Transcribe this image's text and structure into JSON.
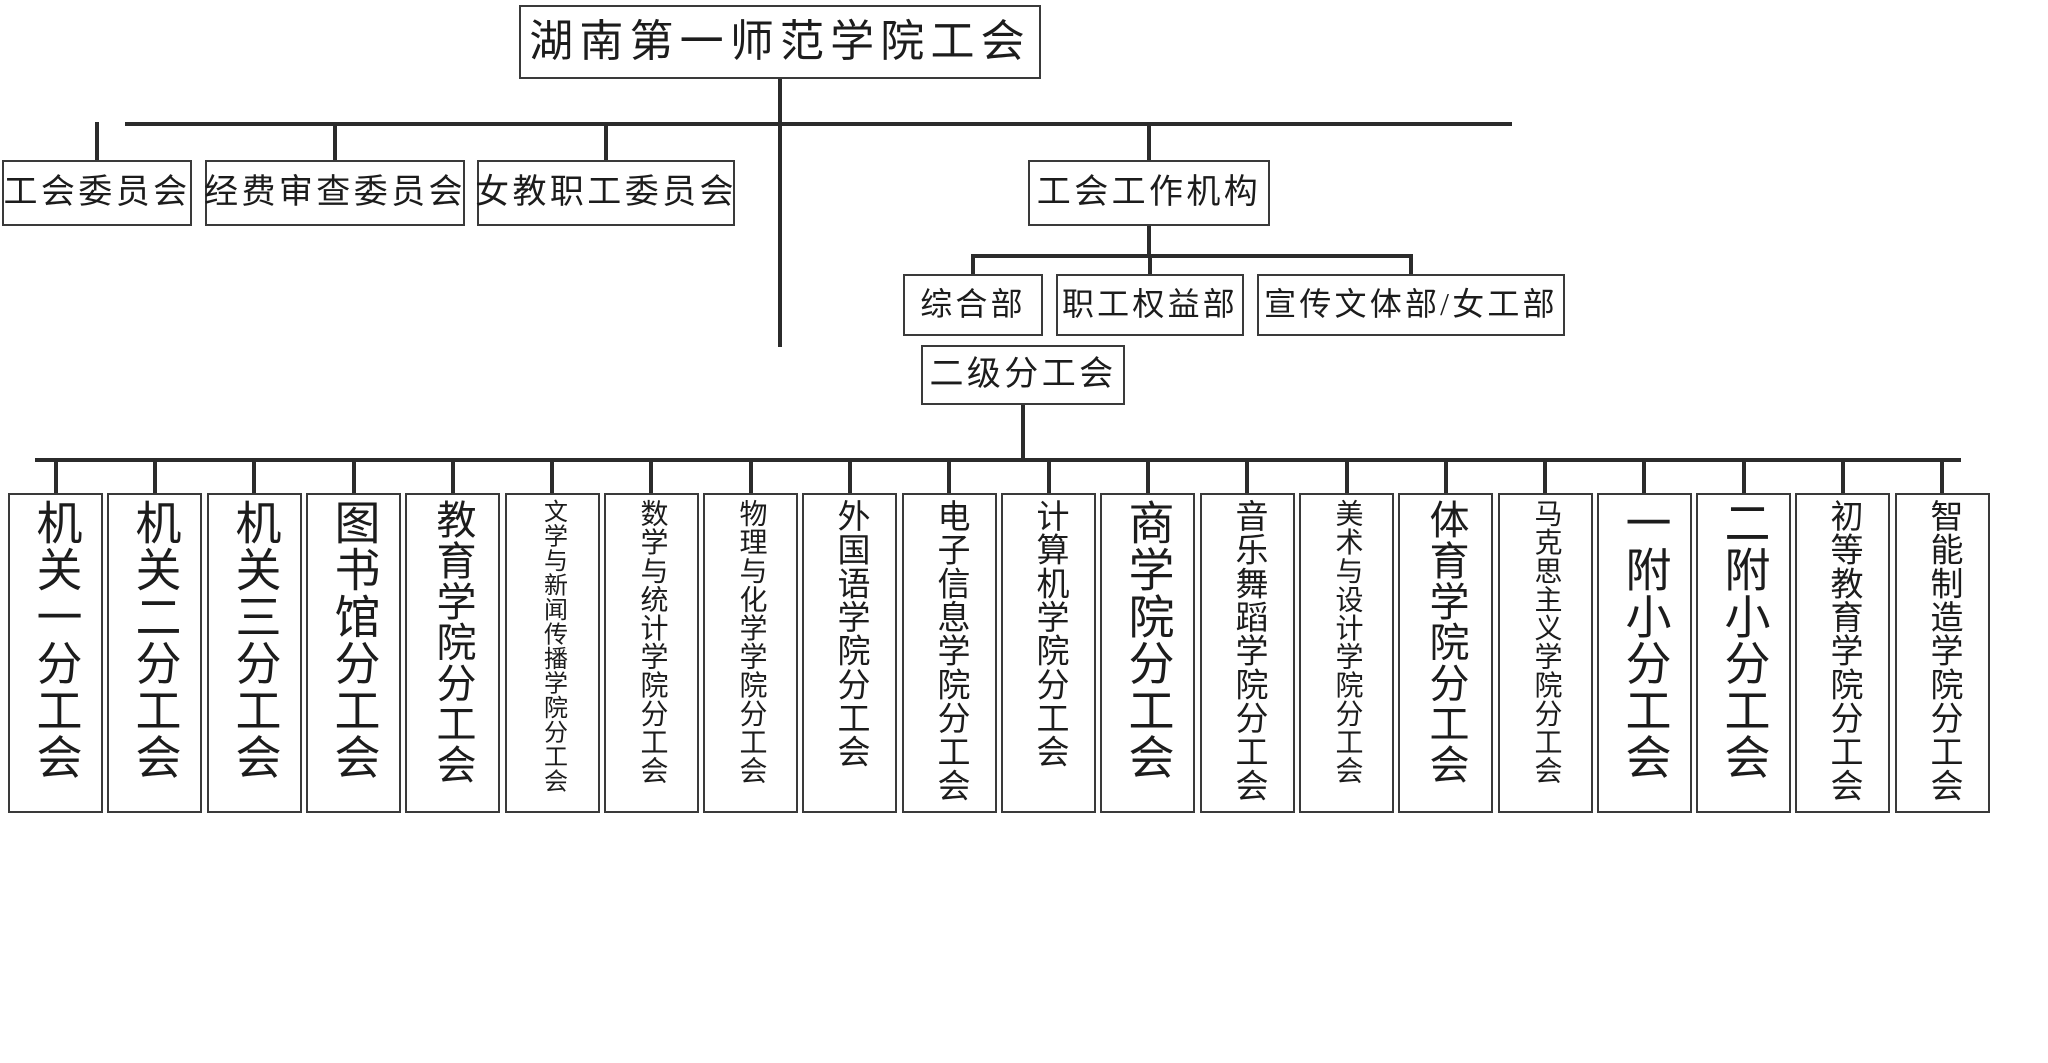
{
  "title": "湖南第一师范学院工会",
  "level2": [
    {
      "id": "gh-weiyuanhui",
      "label": "工会委员会"
    },
    {
      "id": "jingfei",
      "label": "经费审查委员会"
    },
    {
      "id": "nvjiaozhigong",
      "label": "女教职工委员会"
    },
    {
      "id": "gongzuojigou",
      "label": "工会工作机构"
    }
  ],
  "departments": [
    {
      "id": "zonghebu",
      "label": "综合部"
    },
    {
      "id": "zhigongquanyi",
      "label": "职工权益部"
    },
    {
      "id": "xuanchuan",
      "label": "宣传文体部/女工部"
    }
  ],
  "branch_group": {
    "label": "二级分工会"
  },
  "branches": [
    {
      "label": "机关一分工会"
    },
    {
      "label": "机关二分工会"
    },
    {
      "label": "机关三分工会"
    },
    {
      "label": "图书馆分工会"
    },
    {
      "label": "教育学院分工会"
    },
    {
      "label": "文学与新闻传播学院分工会"
    },
    {
      "label": "数学与统计学院分工会"
    },
    {
      "label": "物理与化学学院分工会"
    },
    {
      "label": "外国语学院分工会"
    },
    {
      "label": "电子信息学院分工会"
    },
    {
      "label": "计算机学院分工会"
    },
    {
      "label": "商学院分工会"
    },
    {
      "label": "音乐舞蹈学院分工会"
    },
    {
      "label": "美术与设计学院分工会"
    },
    {
      "label": "体育学院分工会"
    },
    {
      "label": "马克思主义学院分工会"
    },
    {
      "label": "一附小分工会"
    },
    {
      "label": "二附小分工会"
    },
    {
      "label": "初等教育学院分工会"
    },
    {
      "label": "智能制造学院分工会"
    }
  ],
  "colors": {
    "box_border": "#3a3a3a",
    "connector": "#2b2b2b",
    "text": "#1c1c1c",
    "background": "#ffffff"
  }
}
